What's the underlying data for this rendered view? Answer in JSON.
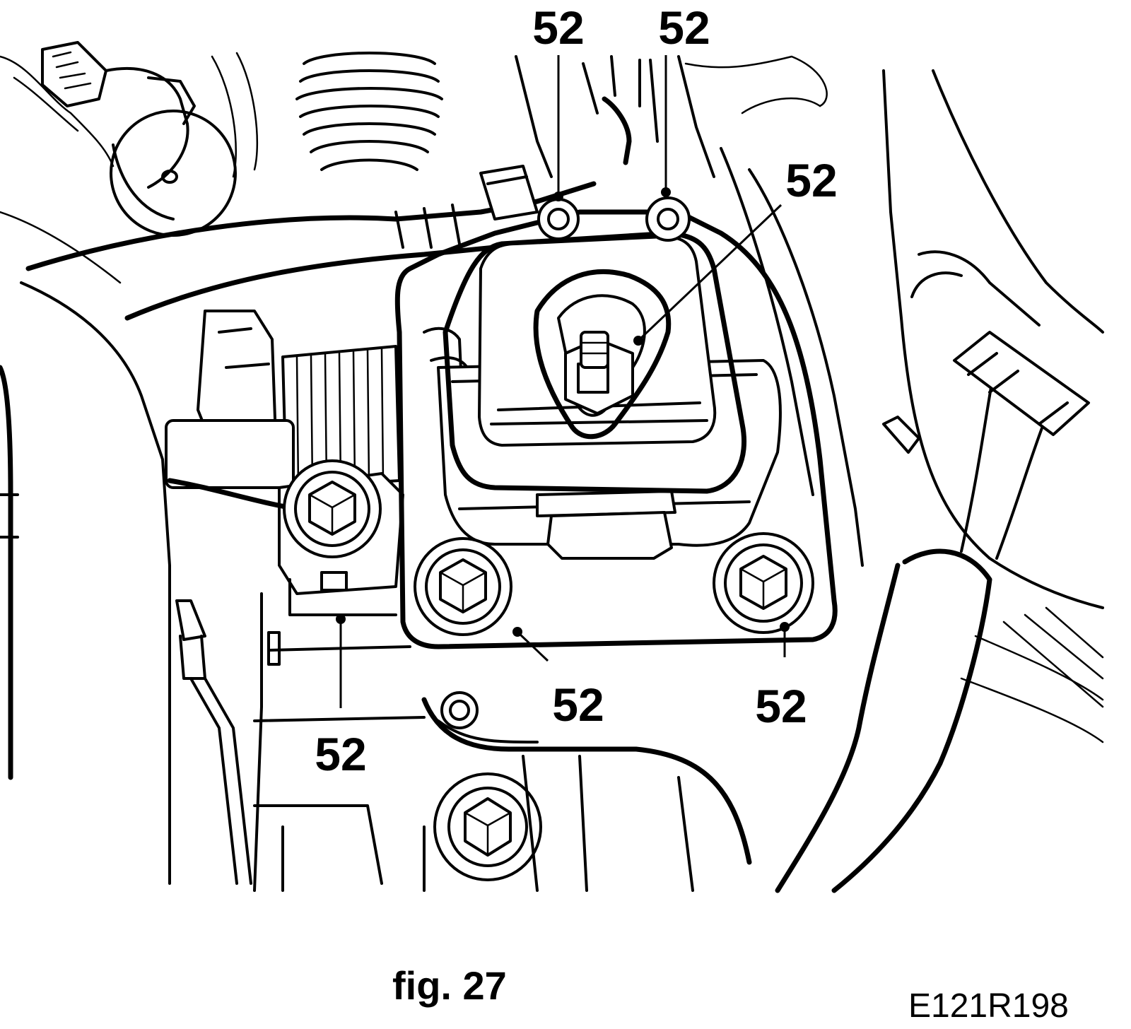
{
  "callouts": [
    {
      "id": "top-left",
      "label": "52"
    },
    {
      "id": "top-right",
      "label": "52"
    },
    {
      "id": "stud",
      "label": "52"
    },
    {
      "id": "bracket-bolt",
      "label": "52"
    },
    {
      "id": "mount-bolt-left",
      "label": "52"
    },
    {
      "id": "mount-bolt-right",
      "label": "52"
    }
  ],
  "figure": {
    "caption": "fig. 27",
    "reference": "E121R198"
  }
}
